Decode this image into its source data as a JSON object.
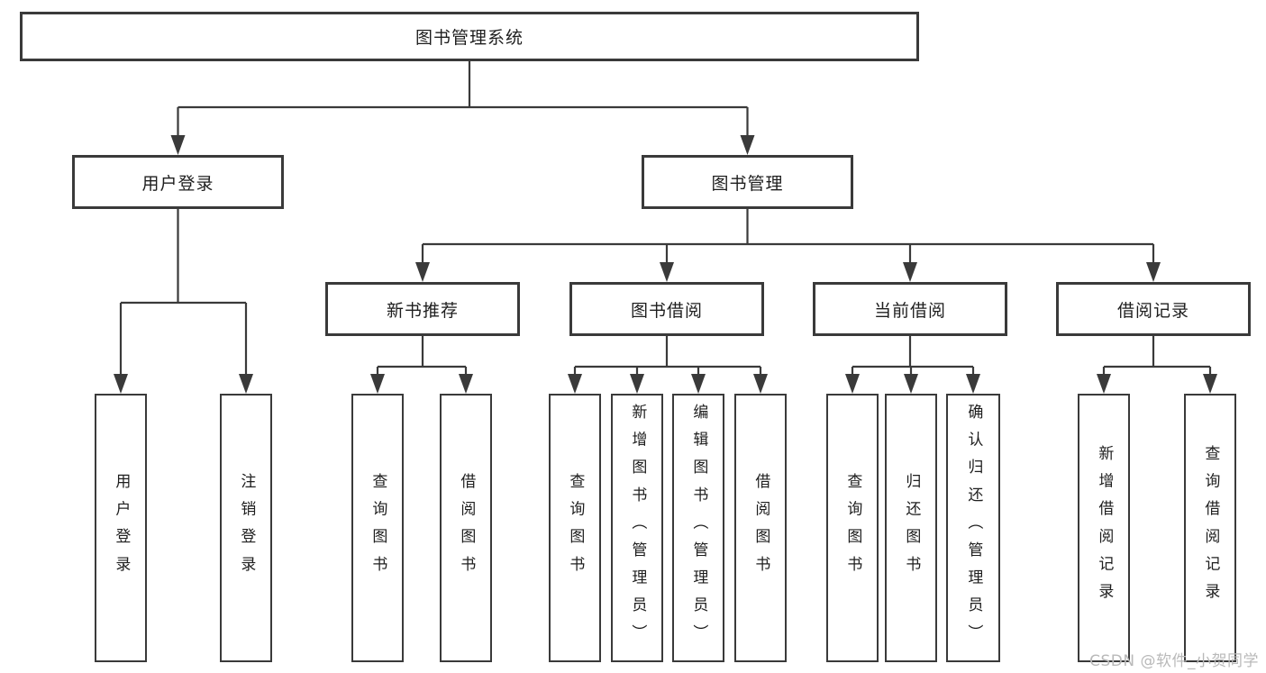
{
  "tree": {
    "label": "图书管理系统",
    "children": [
      {
        "label": "用户登录",
        "children": [
          {
            "label": "用户登录"
          },
          {
            "label": "注销登录"
          }
        ]
      },
      {
        "label": "图书管理",
        "children": [
          {
            "label": "新书推荐",
            "children": [
              {
                "label": "查询图书"
              },
              {
                "label": "借阅图书"
              }
            ]
          },
          {
            "label": "图书借阅",
            "children": [
              {
                "label": "查询图书"
              },
              {
                "label": "新增图书（管理员）"
              },
              {
                "label": "编辑图书（管理员）"
              },
              {
                "label": "借阅图书"
              }
            ]
          },
          {
            "label": "当前借阅",
            "children": [
              {
                "label": "查询图书"
              },
              {
                "label": "归还图书"
              },
              {
                "label": "确认归还（管理员）"
              }
            ]
          },
          {
            "label": "借阅记录",
            "children": [
              {
                "label": "新增借阅记录"
              },
              {
                "label": "查询借阅记录"
              }
            ]
          }
        ]
      }
    ]
  },
  "watermark": {
    "text": "CSDN @软件_小贺同学"
  },
  "colors": {
    "line": "#3a3a3a",
    "text": "#1e1e1e",
    "watermark": "#b9b9b9",
    "bg": "#ffffff"
  }
}
